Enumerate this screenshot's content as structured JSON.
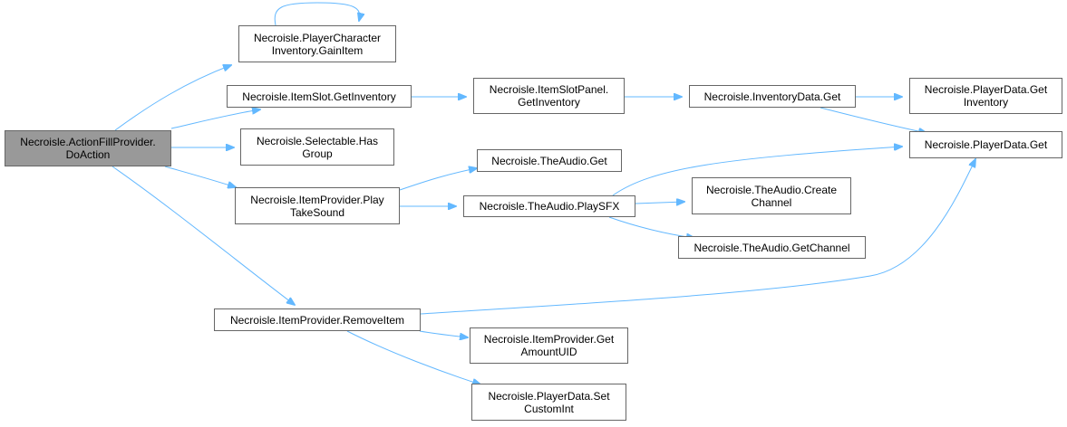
{
  "graph": {
    "nodes": [
      {
        "id": "n1",
        "lines": [
          "Necroisle.ActionFillProvider.",
          "DoAction"
        ],
        "root": true
      },
      {
        "id": "n2",
        "lines": [
          "Necroisle.PlayerCharacter",
          "Inventory.GainItem"
        ]
      },
      {
        "id": "n3",
        "lines": [
          "Necroisle.ItemSlot.GetInventory"
        ]
      },
      {
        "id": "n4",
        "lines": [
          "Necroisle.Selectable.Has",
          "Group"
        ]
      },
      {
        "id": "n5",
        "lines": [
          "Necroisle.ItemProvider.Play",
          "TakeSound"
        ]
      },
      {
        "id": "n6",
        "lines": [
          "Necroisle.ItemProvider.RemoveItem"
        ]
      },
      {
        "id": "n7",
        "lines": [
          "Necroisle.ItemSlotPanel.",
          "GetInventory"
        ]
      },
      {
        "id": "n8",
        "lines": [
          "Necroisle.TheAudio.Get"
        ]
      },
      {
        "id": "n9",
        "lines": [
          "Necroisle.TheAudio.PlaySFX"
        ]
      },
      {
        "id": "n10",
        "lines": [
          "Necroisle.ItemProvider.Get",
          "AmountUID"
        ]
      },
      {
        "id": "n11",
        "lines": [
          "Necroisle.PlayerData.Set",
          "CustomInt"
        ]
      },
      {
        "id": "n12",
        "lines": [
          "Necroisle.InventoryData.Get"
        ]
      },
      {
        "id": "n13",
        "lines": [
          "Necroisle.TheAudio.Create",
          "Channel"
        ]
      },
      {
        "id": "n14",
        "lines": [
          "Necroisle.TheAudio.GetChannel"
        ]
      },
      {
        "id": "n15",
        "lines": [
          "Necroisle.PlayerData.Get",
          "Inventory"
        ]
      },
      {
        "id": "n16",
        "lines": [
          "Necroisle.PlayerData.Get"
        ]
      }
    ],
    "edges": [
      [
        "n1",
        "n2"
      ],
      [
        "n1",
        "n3"
      ],
      [
        "n1",
        "n4"
      ],
      [
        "n1",
        "n5"
      ],
      [
        "n1",
        "n6"
      ],
      [
        "n2",
        "n2"
      ],
      [
        "n3",
        "n7"
      ],
      [
        "n7",
        "n12"
      ],
      [
        "n12",
        "n15"
      ],
      [
        "n12",
        "n16"
      ],
      [
        "n5",
        "n8"
      ],
      [
        "n5",
        "n9"
      ],
      [
        "n9",
        "n16"
      ],
      [
        "n9",
        "n13"
      ],
      [
        "n9",
        "n14"
      ],
      [
        "n6",
        "n16"
      ],
      [
        "n6",
        "n10"
      ],
      [
        "n6",
        "n11"
      ]
    ],
    "colors": {
      "edge": "#63B8FF",
      "root_fill": "#999999",
      "node_border": "#666666"
    }
  }
}
